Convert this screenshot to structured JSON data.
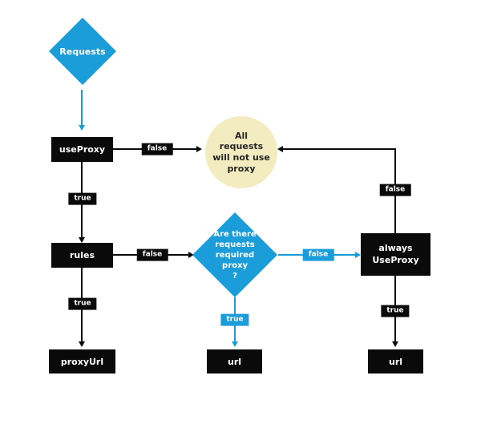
{
  "diagram": {
    "type": "flowchart",
    "nodes": {
      "requests": "Requests",
      "use_proxy": "useProxy",
      "no_proxy_result": "All\nrequests\nwill not use\nproxy",
      "rules": "rules",
      "proxy_decision": "Are there\nrequests\nrequired\nproxy\n?",
      "always_use_proxy": "always\nUseProxy",
      "proxy_url": "proxyUrl",
      "url_center": "url",
      "url_right": "url"
    },
    "edge_labels": {
      "use_proxy_false": "false",
      "use_proxy_true": "true",
      "rules_false": "false",
      "rules_true": "true",
      "decision_false": "false",
      "decision_true": "true",
      "always_false": "false",
      "always_true": "true"
    },
    "colors": {
      "accent_blue": "#1a9dd9",
      "node_black": "#0a0a0a",
      "result_circle_fill": "#f2ecc0"
    }
  }
}
